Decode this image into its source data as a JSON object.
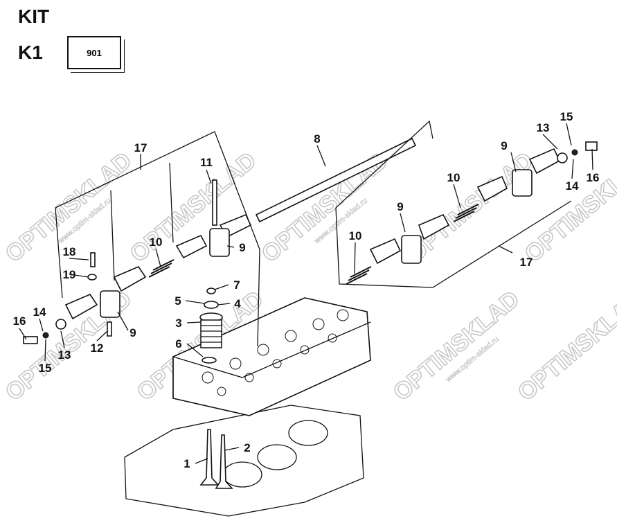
{
  "header": {
    "kit_label": "KIT",
    "k1_label": "K1",
    "kit_code": "901"
  },
  "watermark": {
    "brand": "OPTIMSKLAD",
    "url": "www.optim-sklad.ru"
  },
  "callouts": {
    "c17a": "17",
    "c8": "8",
    "c11": "11",
    "c9a": "9",
    "c13a": "13",
    "c15a": "15",
    "c16a": "16",
    "c14a": "14",
    "c10a": "10",
    "c9b": "9",
    "c10b": "10",
    "c17b": "17",
    "c18": "18",
    "c19": "19",
    "c10c": "10",
    "c9c": "9",
    "c7": "7",
    "c5": "5",
    "c4": "4",
    "c3": "3",
    "c6": "6",
    "c16b": "16",
    "c14b": "14",
    "c13b": "13",
    "c15b": "15",
    "c12": "12",
    "c9d": "9",
    "c2": "2",
    "c1": "1"
  }
}
